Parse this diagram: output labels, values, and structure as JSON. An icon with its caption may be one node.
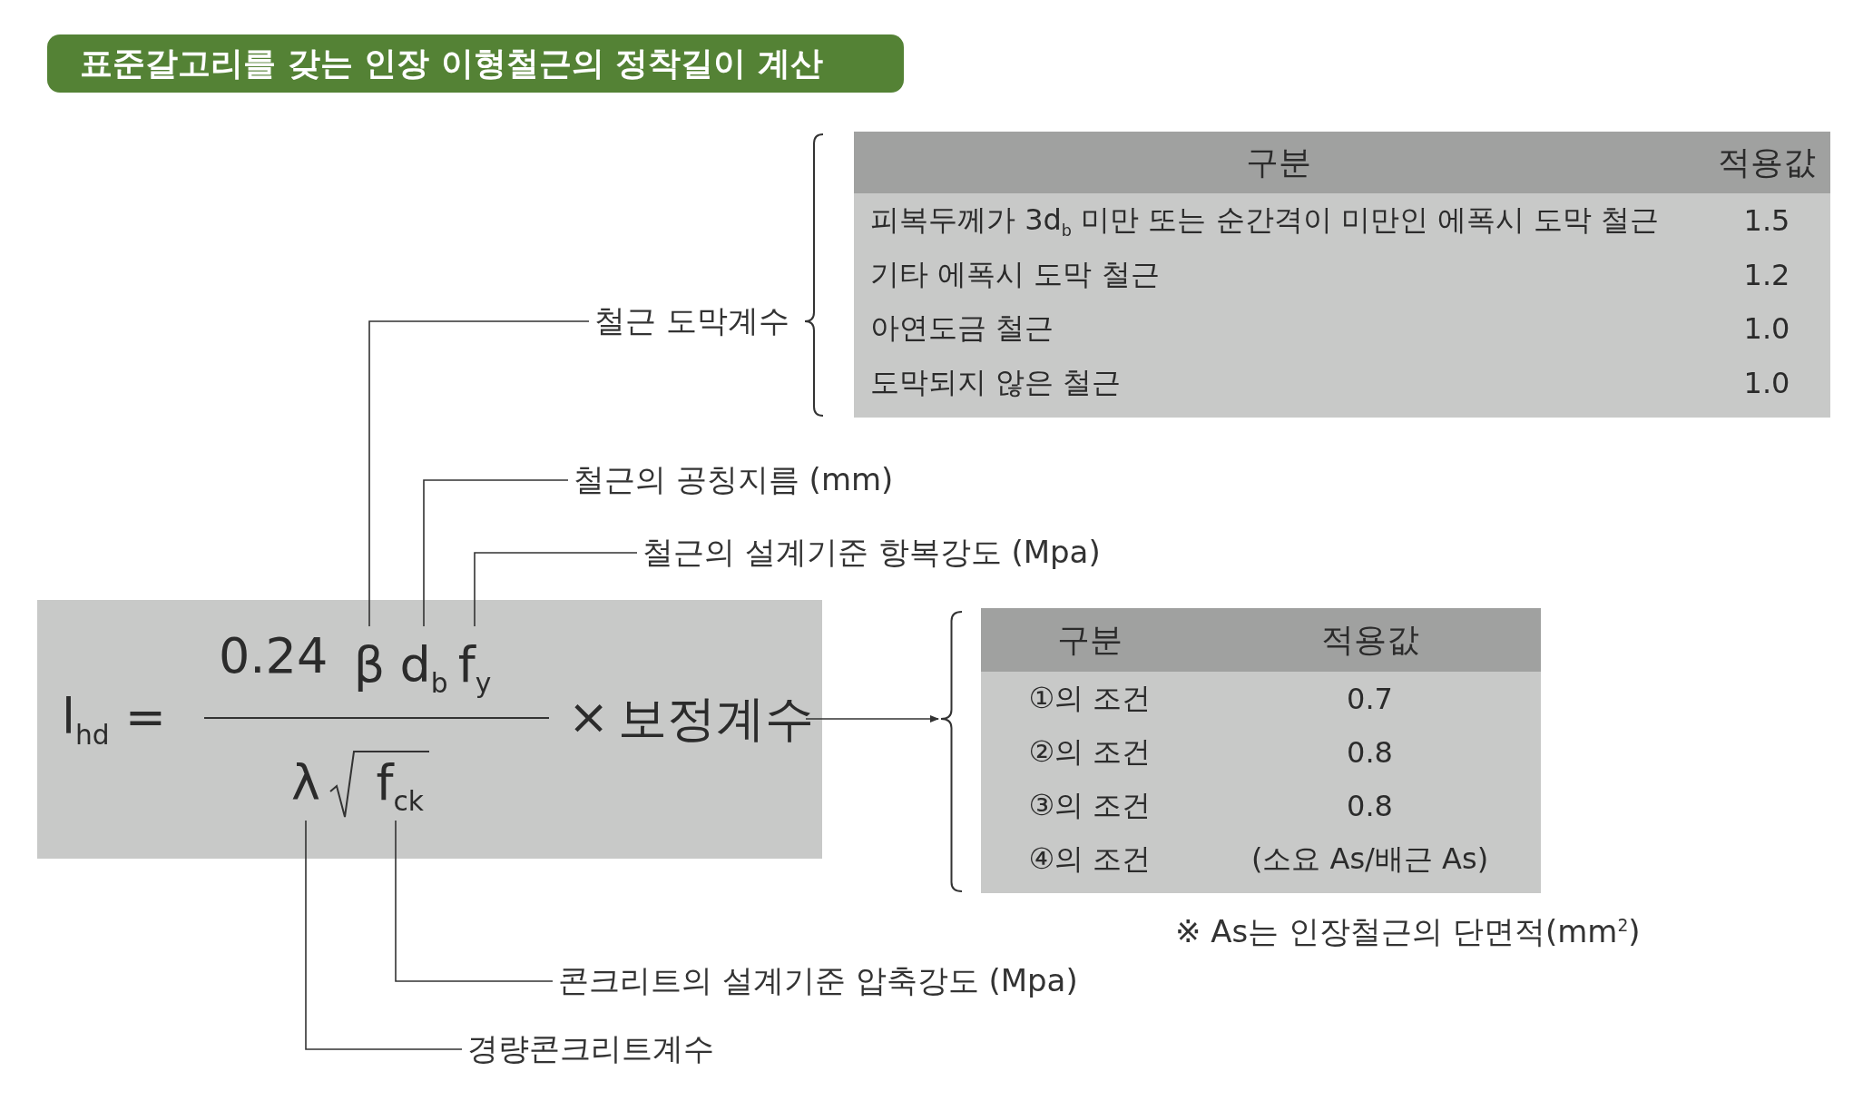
{
  "diagram": {
    "title": "표준갈고리를 갖는 인장 이형철근의 정착길이 계산",
    "nodes": [
      {
        "text": [
          "l$_{hd}$ =",
          "0.24",
          "×"
        ]
      },
      {
        "text": [
          "β"
        ],
        "in": 0
      },
      {
        "text": [
          "d$_{b}$"
        ],
        "in": 0
      },
      {
        "text": [
          "f$_{y}$"
        ],
        "in": 0
      },
      {
        "text": [
          "λ"
        ],
        "in": 0
      },
      {
        "text": [
          "f$_{ck}$"
        ],
        "in": 0
      },
      {
        "text": [
          "보정계수"
        ],
        "in": 0
      },
      {
        "text": [
          "철근 도막계수"
        ]
      },
      {
        "text": [
          "철근의 공칭지름 (mm)"
        ]
      },
      {
        "text": [
          "철근의 설계기준 항복강도 (Mpa)"
        ]
      },
      {
        "text": [
          "콘크리트의 설계기준 압축강도 (Mpa)"
        ]
      },
      {
        "text": [
          "경량콘크리트계수"
        ]
      },
      {
        "text": [
          "구분",
          "적용값",
          "피복두께가 3d$_{b}$ 미만 또는 순간격이 미만인 에폭시 도막 철근",
          "1.5",
          "기타 에폭시 도막 철근",
          "1.2",
          "아연도금 철근",
          "1.0",
          "도막되지 않은 철근",
          "1.0"
        ]
      },
      {
        "text": [
          "구분",
          "적용값",
          "①의 조건",
          "0.7",
          "②의 조건",
          "0.8",
          "③의 조건",
          "0.8",
          "④의 조건",
          "(소요 As/배근 As)"
        ]
      }
    ],
    "edges": [
      {
        "from": 7,
        "to": 1,
        "arrow": "none"
      },
      {
        "from": 8,
        "to": 2,
        "arrow": "none"
      },
      {
        "from": 9,
        "to": 3,
        "arrow": "none"
      },
      {
        "from": 10,
        "to": 5,
        "arrow": "none"
      },
      {
        "from": 11,
        "to": 4,
        "arrow": "none"
      },
      {
        "from": 6,
        "to": 13,
        "arrow": "to"
      }
    ],
    "labels": [
      "※ As는 인장철근의 단면적(mm$^{2}$)"
    ]
  }
}
